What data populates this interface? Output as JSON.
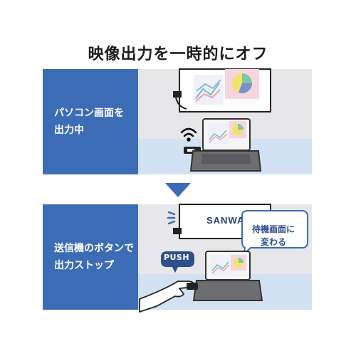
{
  "title": "映像出力を一時的にオフ",
  "top_panel": {
    "caption_lines": [
      "パソコン画面を",
      "出力中"
    ]
  },
  "bottom_panel": {
    "caption_lines": [
      "送信機のボタンで",
      "出力ストップ"
    ],
    "bubble_lines": [
      "待機画面に",
      "変わる"
    ],
    "push_label": "PUSH",
    "logo_text": "SANWA SUPPLY"
  },
  "colors": {
    "blue": "#3c6cb6",
    "floor": "#d2e2f2",
    "bubble_text": "#2d4f8c",
    "push": "#2d4f8c"
  }
}
